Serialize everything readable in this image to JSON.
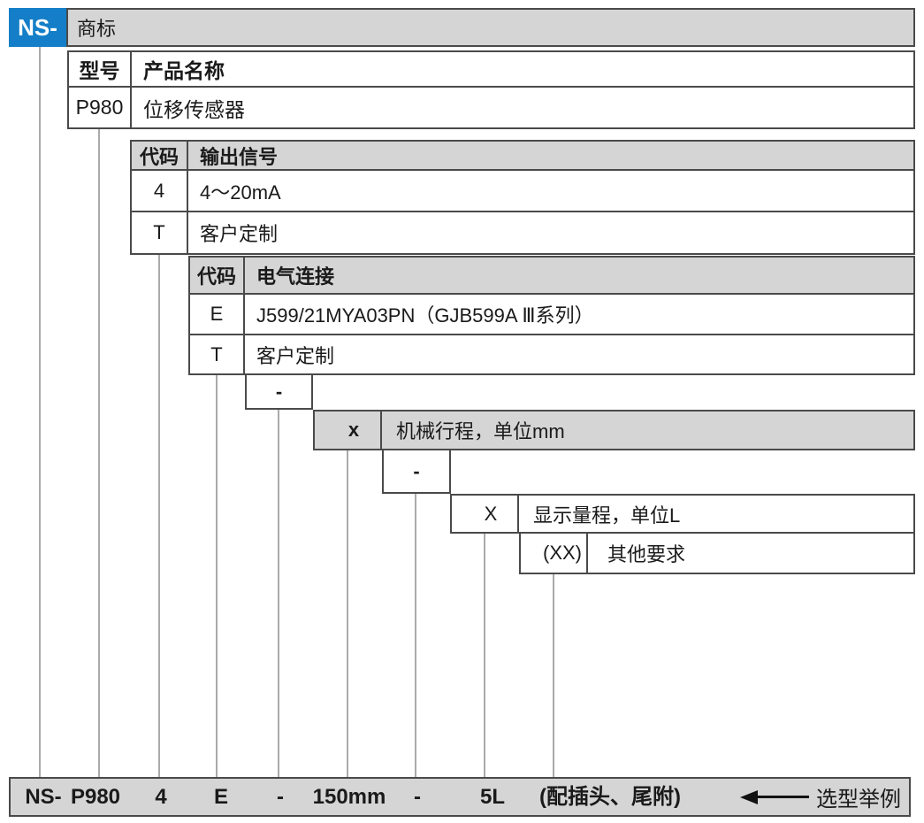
{
  "colors": {
    "accent_blue": "#147fc8",
    "cell_gray": "#d5d5d5",
    "border_dark": "#4a4a4a",
    "connector_gray": "#aaaaaa",
    "text": "#1a1a1a"
  },
  "header": {
    "prefix": "NS-",
    "trademark": "商标"
  },
  "model_table": {
    "col_model": "型号",
    "col_name": "产品名称",
    "model": "P980",
    "name": "位移传感器"
  },
  "signal_table": {
    "col_code": "代码",
    "col_label": "输出信号",
    "rows": [
      {
        "code": "4",
        "label": "4～20mA"
      },
      {
        "code": "T",
        "label": "客户定制"
      }
    ]
  },
  "connection_table": {
    "col_code": "代码",
    "col_label": "电气连接",
    "rows": [
      {
        "code": "E",
        "label": "J599/21MYA03PN（GJB599A Ⅲ系列）"
      },
      {
        "code": "T",
        "label": "客户定制"
      }
    ]
  },
  "separator1": "-",
  "stroke_row": {
    "code": "x",
    "label": "机械行程，单位mm"
  },
  "separator2": "-",
  "range_row": {
    "code": "X",
    "label": "显示量程，单位L"
  },
  "other_row": {
    "code": "(XX)",
    "label": "其他要求"
  },
  "example": {
    "parts": [
      "NS-",
      "P980",
      "4",
      "E",
      "-",
      "150mm",
      "-",
      "5L",
      "(配插头、尾附)"
    ],
    "note": "选型举例"
  }
}
